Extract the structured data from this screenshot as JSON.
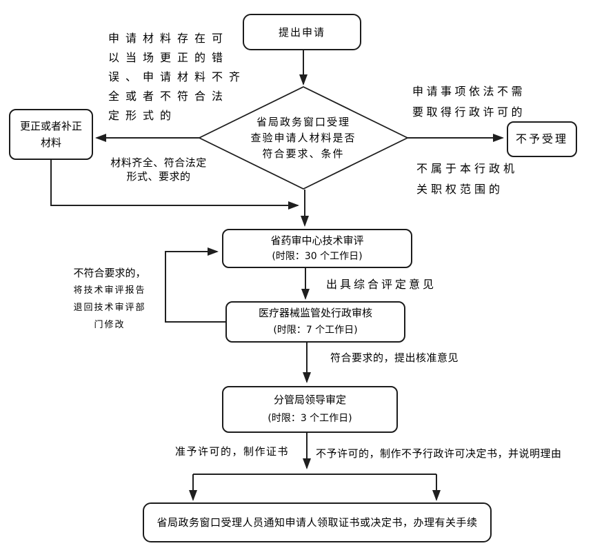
{
  "flow": {
    "start": "提出申请",
    "decision": "省局政务窗口受理\n查验申请人材料是否\n符合要求、条件",
    "correct_box": "更正或者补正\n材料",
    "reject_box": "不予受理",
    "review_title": "省药审中心技术审评",
    "review_limit": "(时限：30 个工作日)",
    "audit_title": "医疗器械监管处行政审核",
    "audit_limit": "(时限：7 个工作日)",
    "approve_title": "分管局领导审定",
    "approve_limit": "(时限：3 个工作日)",
    "notify": "省局政务窗口受理人员通知申请人领取证书或决定书，办理有关手续"
  },
  "annotations": {
    "correctable_error": "申请材料存在可\n以当场更正的错\n误、申请材料不齐\n全或者不符合法\n定形式的",
    "no_license_required": "申请事项依法不需\n要取得行政许可的",
    "outside_jurisdiction": "不属于本行政机\n关职权范围的",
    "materials_complete": "材料齐全、符合法定\n形式、要求的",
    "feedback_head": "不符合要求的，",
    "feedback_rest": "将技术审评报告\n退回技术审评部\n门修改",
    "comprehensive_opinion": "出具综合评定意见",
    "approval_opinion": "符合要求的，提出核准意见",
    "grant_license": "准予许可的，制作证书",
    "deny_license": "不予许可的，制作不予行政许可决定书，并说明理由"
  },
  "colors": {
    "line": "#1f1f1f",
    "background": "#ffffff",
    "text": "#000000"
  }
}
